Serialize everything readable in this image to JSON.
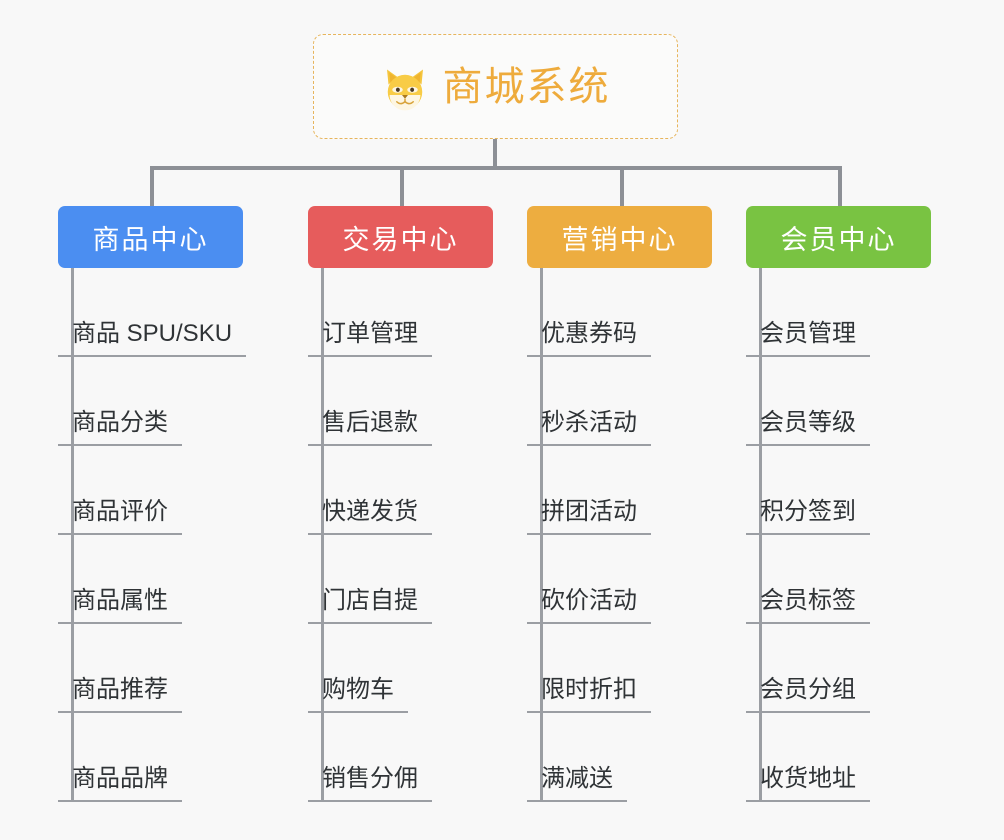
{
  "root": {
    "title": "商城系统",
    "icon": "shiba-dog-face-icon",
    "border_color": "#e7b55c",
    "text_color": "#eeab3c"
  },
  "connector": {
    "color": "#8d9096"
  },
  "columns": [
    {
      "id": "product-center",
      "label": "商品中心",
      "color": "#4b8ef1",
      "items": [
        "商品 SPU/SKU",
        "商品分类",
        "商品评价",
        "商品属性",
        "商品推荐",
        "商品品牌"
      ]
    },
    {
      "id": "trade-center",
      "label": "交易中心",
      "color": "#e65c5c",
      "items": [
        "订单管理",
        "售后退款",
        "快递发货",
        "门店自提",
        "购物车",
        "销售分佣"
      ]
    },
    {
      "id": "marketing-center",
      "label": "营销中心",
      "color": "#edad40",
      "items": [
        "优惠券码",
        "秒杀活动",
        "拼团活动",
        "砍价活动",
        "限时折扣",
        "满减送"
      ]
    },
    {
      "id": "member-center",
      "label": "会员中心",
      "color": "#79c342",
      "items": [
        "会员管理",
        "会员等级",
        "积分签到",
        "会员标签",
        "会员分组",
        "收货地址"
      ]
    }
  ]
}
